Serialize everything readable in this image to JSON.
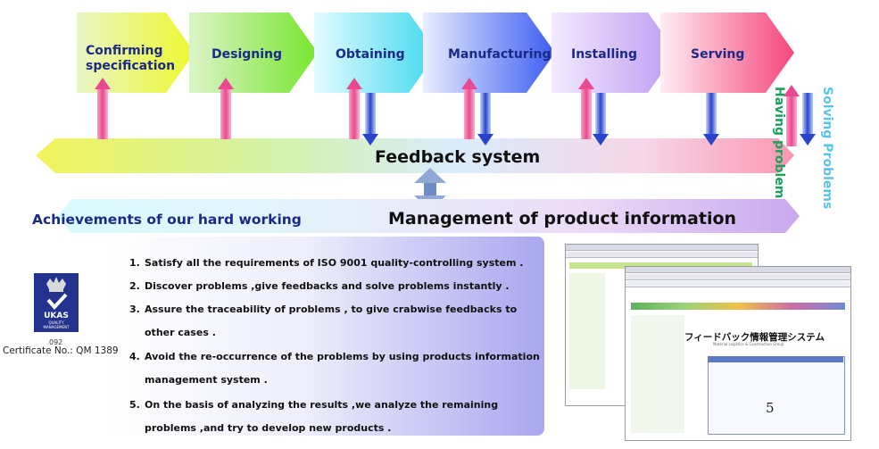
{
  "stages": [
    {
      "label_lines": [
        "Confirming",
        "specification"
      ],
      "colors": [
        "#e9f5c6",
        "#eef82e"
      ]
    },
    {
      "label_lines": [
        "Designing"
      ],
      "colors": [
        "#dcf4c8",
        "#77e62e"
      ]
    },
    {
      "label_lines": [
        "Obtaining"
      ],
      "colors": [
        "#e4fbff",
        "#3fd9ef"
      ]
    },
    {
      "label_lines": [
        "Manufacturing"
      ],
      "colors": [
        "#eaefff",
        "#3d5df2"
      ]
    },
    {
      "label_lines": [
        "Installing"
      ],
      "colors": [
        "#f3eaff",
        "#bd9cf2"
      ]
    },
    {
      "label_lines": [
        "Serving"
      ],
      "colors": [
        "#ffeef4",
        "#f5477b"
      ]
    }
  ],
  "feedback": {
    "label": "Feedback system"
  },
  "side": {
    "having": "Having problems",
    "having_color": "#18a35a",
    "solving": "Solving Problems",
    "solving_color": "#59c3e8"
  },
  "banner": {
    "left": "Achievements of our hard working",
    "right": "Management of product information"
  },
  "list": [
    {
      "num": "1.",
      "lines": [
        "Satisfy all the requirements of ISO 9001 quality-controlling system ."
      ]
    },
    {
      "num": "2.",
      "lines": [
        "Discover problems ,give feedbacks and solve problems instantly ."
      ]
    },
    {
      "num": "3.",
      "lines": [
        "Assure the traceability of problems ,  to give crabwise feedbacks to",
        "other cases ."
      ]
    },
    {
      "num": "4.",
      "lines": [
        "Avoid the re-occurrence of the problems by using products information",
        "management system ."
      ]
    },
    {
      "num": "5.",
      "lines": [
        "On the basis of analyzing the results ,we analyze the remaining",
        "problems ,and try to develop new products ."
      ]
    }
  ],
  "cert": {
    "logo_text": "UKAS QUALITY MANAGEMENT",
    "code": "092",
    "label": "Certificate No.: QM 1389"
  },
  "screenshot": {
    "title": "フィードバック情報管理システム",
    "subtitle": "Material Logistics & Construction Group",
    "page_number": "5"
  }
}
